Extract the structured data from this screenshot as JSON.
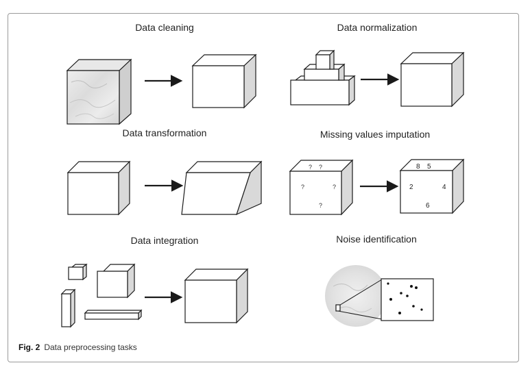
{
  "panels": {
    "cleaning": {
      "title": "Data cleaning"
    },
    "normalization": {
      "title": "Data normalization"
    },
    "transformation": {
      "title": "Data transformation"
    },
    "imputation": {
      "title": "Missing values imputation",
      "missing_marks": [
        "?",
        "?",
        "?",
        "?",
        "?"
      ],
      "values": [
        "8",
        "5",
        "2",
        "4",
        "6"
      ]
    },
    "integration": {
      "title": "Data integration"
    },
    "noise": {
      "title": "Noise identification"
    }
  },
  "caption": {
    "label": "Fig. 2",
    "text": "Data preprocessing tasks"
  },
  "colors": {
    "stroke": "#1a1a1a",
    "side_shade": "#d9d9d9",
    "marble": "#e3e3e3",
    "frame": "#9a9a9a"
  }
}
